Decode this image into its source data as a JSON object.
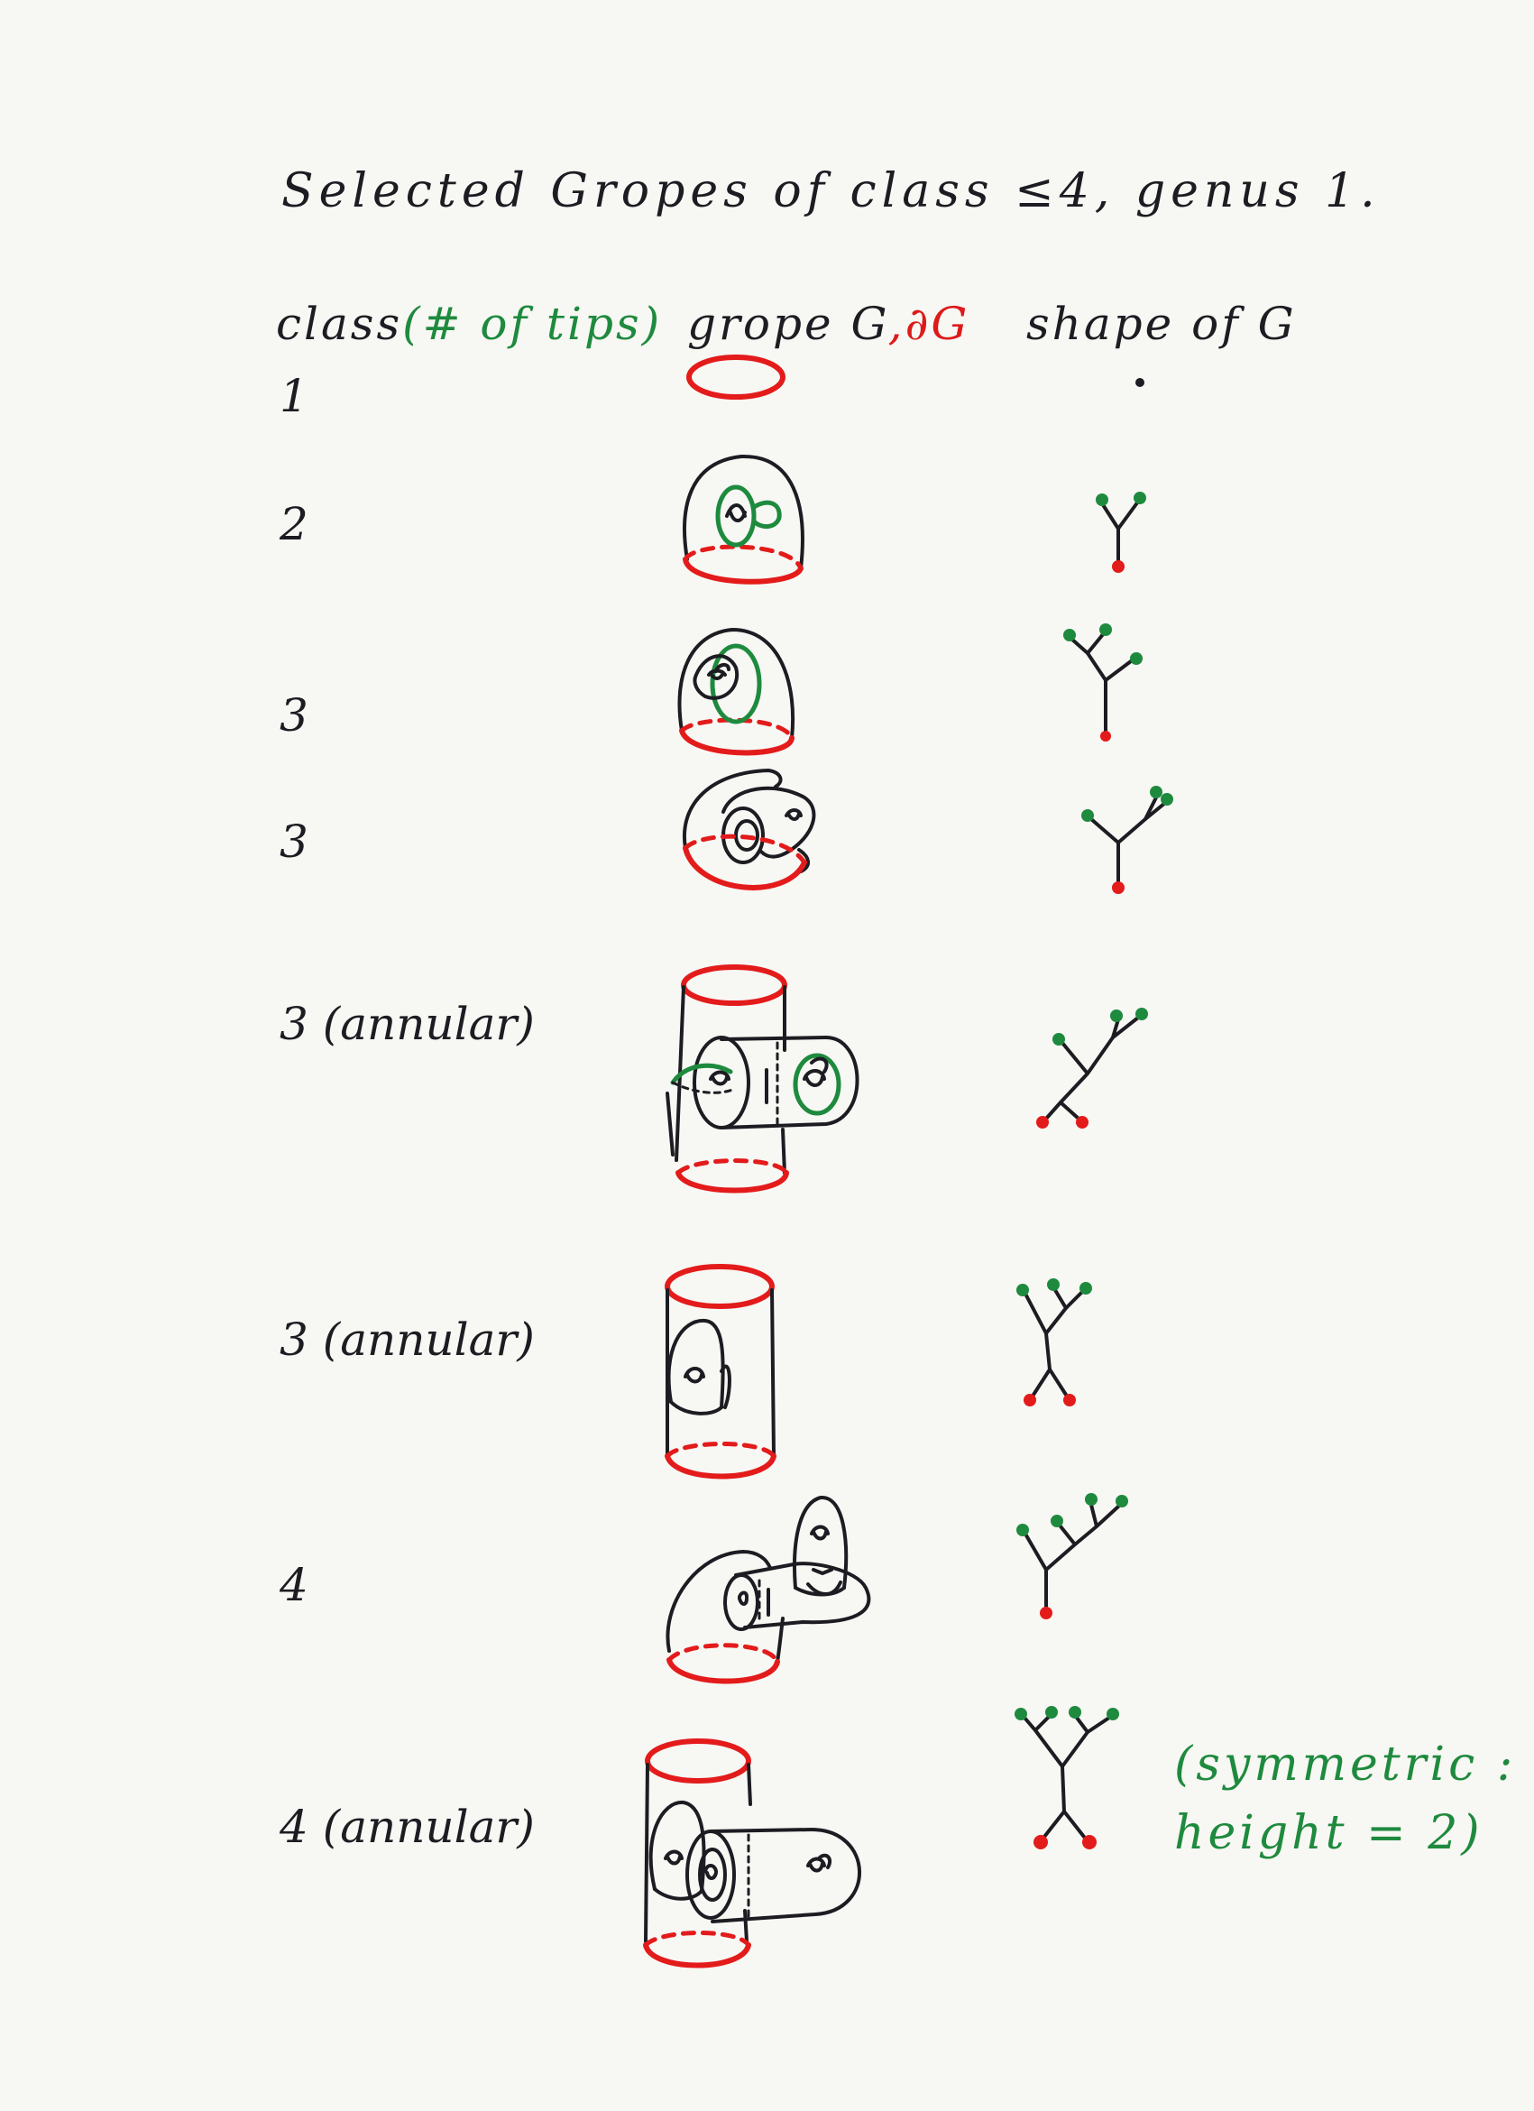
{
  "title": "Selected Gropes of class ≤4, genus 1.",
  "headers": {
    "class": "class",
    "tips": "(# of tips)",
    "grope": "grope G",
    "comma": ",",
    "boundary": "∂G",
    "shape": "shape of G"
  },
  "rows": [
    {
      "class_label": "1"
    },
    {
      "class_label": "2"
    },
    {
      "class_label": "3"
    },
    {
      "class_label": "3"
    },
    {
      "class_label": "3 (annular)"
    },
    {
      "class_label": "3 (annular)"
    },
    {
      "class_label": "4"
    },
    {
      "class_label": "4 (annular)"
    }
  ],
  "note": {
    "line1": "(symmetric :",
    "line2": "height = 2)"
  },
  "colors": {
    "ink": "#1c1c22",
    "boundary_red": "#e31b1b",
    "tips_green": "#1e8a3e",
    "paper": "#f7f7f3"
  }
}
